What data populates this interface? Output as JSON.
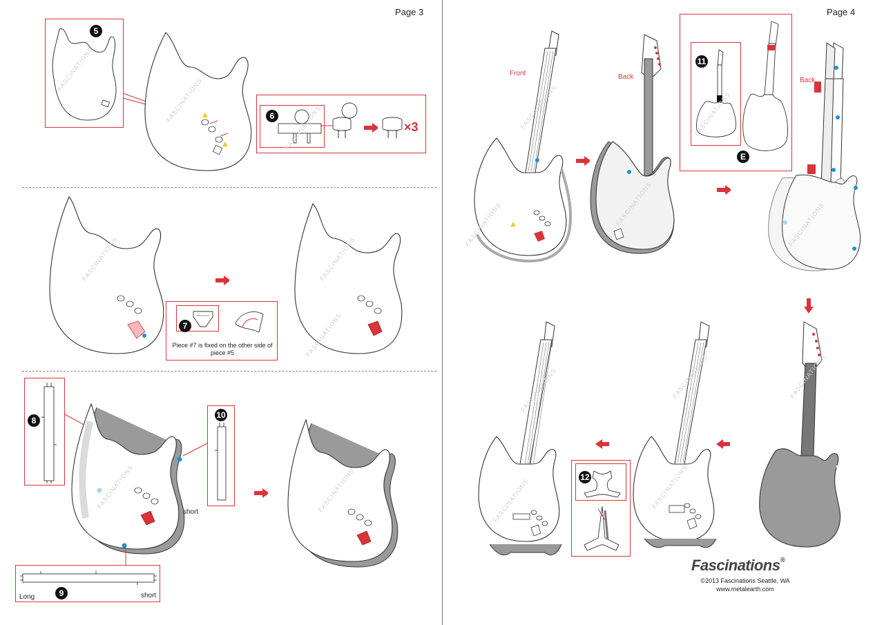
{
  "left_page": {
    "page_label": "Page 3",
    "watermark": "FASCINATIONS",
    "steps": {
      "s5": "5",
      "s6": "6",
      "s7": "7",
      "s8": "8",
      "s9": "9",
      "s10": "10",
      "s11": "11",
      "s12": "12"
    },
    "quantity": "×3",
    "step7_note": "Piece #7 is fixed on the other side of piece #5",
    "label_short": "short",
    "label_long": "Long"
  },
  "right_page": {
    "page_label": "Page 4",
    "label_front": "Front",
    "label_back": "Back",
    "label_back2": "Back",
    "marker_e": "E",
    "brand": "Fascinations",
    "brand_mark": "®",
    "copyright": "©2013 Fascinations Seattle, WA",
    "website": "www.metalearth.com"
  },
  "colors": {
    "accent_red": "#d9343b",
    "marker_blue": "#1f8fd6",
    "marker_yellow": "#e8d21d",
    "outline": "#333333",
    "body_gray": "#9a9a9a"
  }
}
